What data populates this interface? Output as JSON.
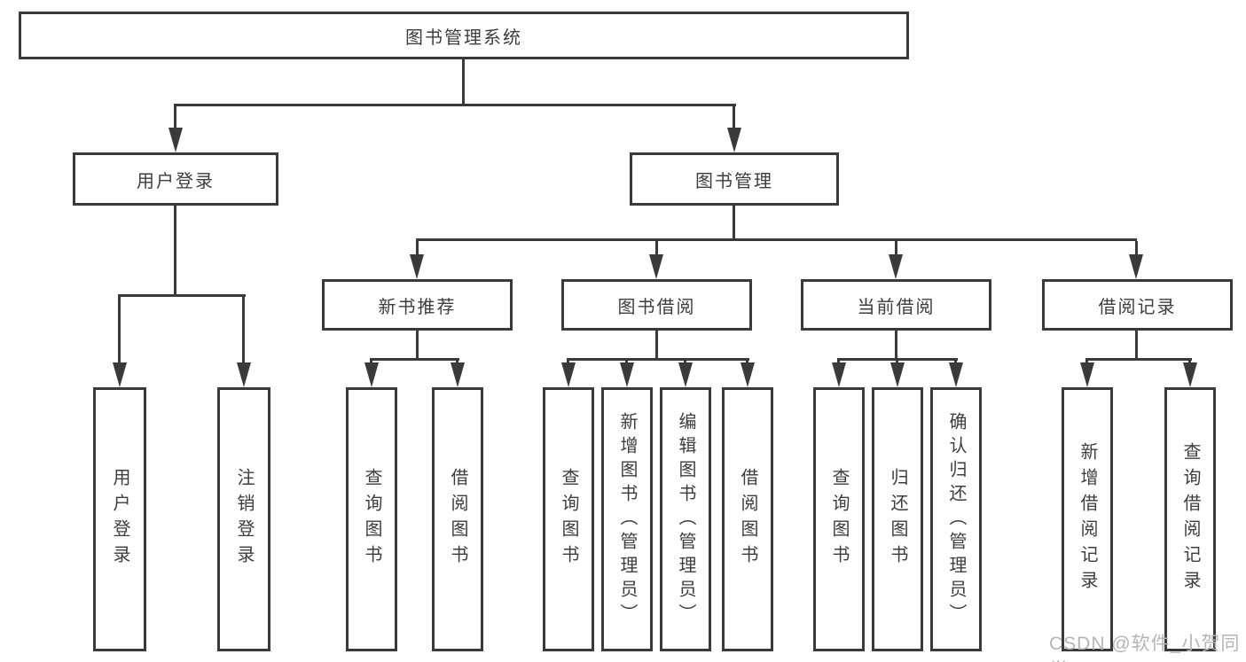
{
  "tree": {
    "label": "图书管理系统",
    "children": [
      {
        "label": "用户登录",
        "children": [
          {
            "label": "用户登录"
          },
          {
            "label": "注销登录"
          }
        ]
      },
      {
        "label": "图书管理",
        "children": [
          {
            "label": "新书推荐",
            "children": [
              {
                "label": "查询图书"
              },
              {
                "label": "借阅图书"
              }
            ]
          },
          {
            "label": "图书借阅",
            "children": [
              {
                "label": "查询图书"
              },
              {
                "label": "新增图书（管理员）"
              },
              {
                "label": "编辑图书（管理员）"
              },
              {
                "label": "借阅图书"
              }
            ]
          },
          {
            "label": "当前借阅",
            "children": [
              {
                "label": "查询图书"
              },
              {
                "label": "归还图书"
              },
              {
                "label": "确认归还（管理员）"
              }
            ]
          },
          {
            "label": "借阅记录",
            "children": [
              {
                "label": "新增借阅记录"
              },
              {
                "label": "查询借阅记录"
              }
            ]
          }
        ]
      }
    ]
  },
  "watermark": {
    "text": "CSDN @软件_小贺同学"
  },
  "colors": {
    "line": "#3a3a3a",
    "text": "#3d3d3d",
    "watermark": "#b5b5b5",
    "bg": "#ffffff"
  }
}
